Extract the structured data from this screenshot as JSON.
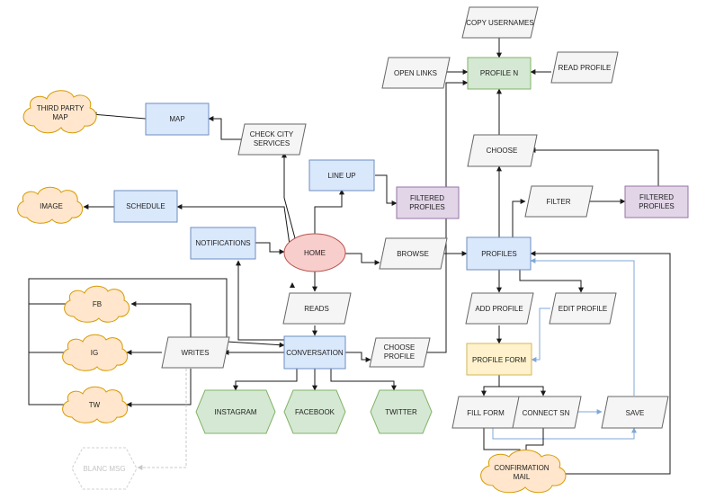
{
  "colors": {
    "blue_fill": "#dae8fc",
    "blue_stroke": "#6c8ebf",
    "green_fill": "#d5e8d4",
    "green_stroke": "#82b366",
    "purple_fill": "#e1d5e7",
    "purple_stroke": "#9673a6",
    "red_fill": "#f8cecc",
    "red_stroke": "#b85450",
    "yellow_fill": "#fff2cc",
    "yellow_stroke": "#d6b656",
    "orange_fill": "#ffe6cc",
    "orange_stroke": "#d79b00",
    "grey_fill": "#f5f5f5",
    "grey_stroke": "#666666",
    "hex_green_fill": "#d5e8d4",
    "hex_green_stroke": "#82b366"
  },
  "nodes": {
    "copy_usernames": "COPY USERNAMES",
    "open_links": "OPEN LINKS",
    "profile_n": "PROFILE N",
    "read_profile": "READ PROFILE",
    "third_party_map_1": "THIRD PARTY",
    "third_party_map_2": "MAP",
    "map": "MAP",
    "check_city_1": "CHECK CITY",
    "check_city_2": "SERVICES",
    "choose": "CHOOSE",
    "line_up": "LINE UP",
    "image": "IMAGE",
    "schedule": "SCHEDULE",
    "filtered_profiles_1a": "FILTERED",
    "filtered_profiles_1b": "PROFILES",
    "filter": "FILTER",
    "filtered_profiles_2a": "FILTERED",
    "filtered_profiles_2b": "PROFILES",
    "notifications": "NOTIFICATIONS",
    "home": "HOME",
    "browse": "BROWSE",
    "profiles": "PROFILES",
    "fb": "FB",
    "reads": "READS",
    "add_profile": "ADD PROFILE",
    "edit_profile": "EDIT PROFILE",
    "ig": "IG",
    "writes": "WRITES",
    "conversation": "CONVERSATION",
    "choose_profile_1": "CHOOSE",
    "choose_profile_2": "PROFILE",
    "profile_form": "PROFILE FORM",
    "instagram": "INSTAGRAM",
    "facebook": "FACEBOOK",
    "twitter": "TWITTER",
    "tw": "TW",
    "fill_form": "FILL FORM",
    "connect_sn": "CONNECT SN",
    "save": "SAVE",
    "blanc_msg": "BLANC MSG",
    "confirmation_1": "CONFIRMATION",
    "confirmation_2": "MAIL"
  }
}
